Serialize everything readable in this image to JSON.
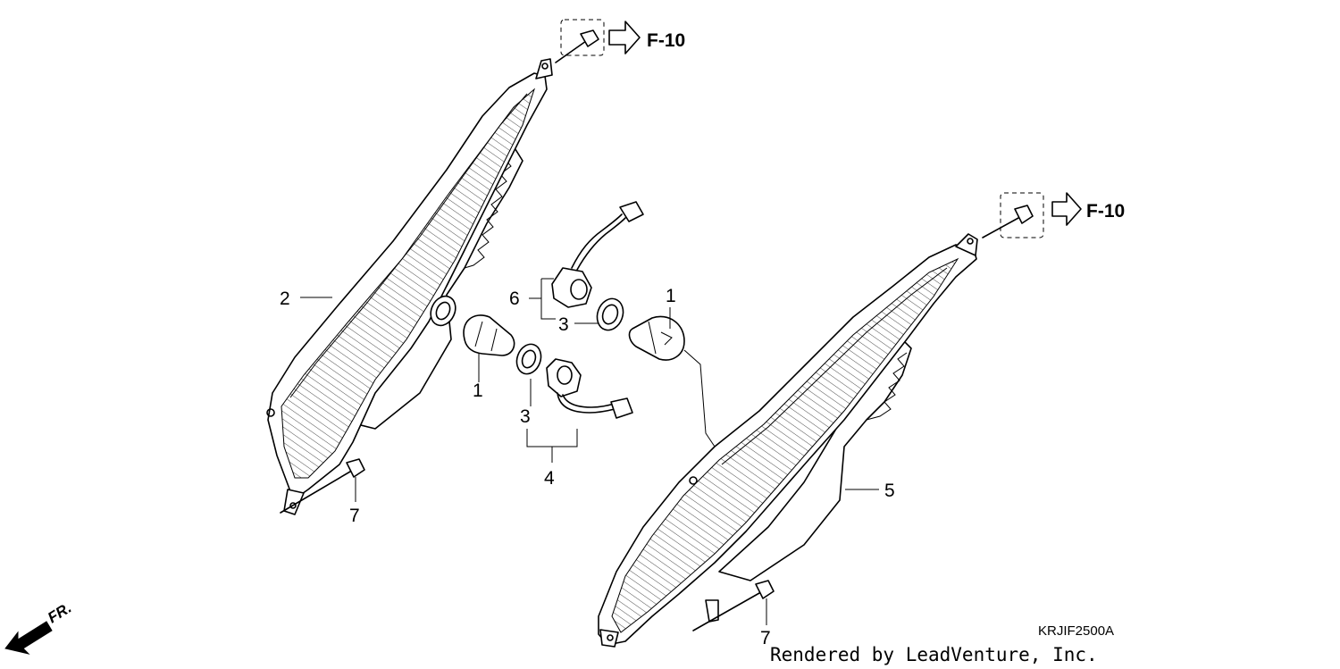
{
  "callouts": {
    "c1_left": "1",
    "c1_right": "1",
    "c2": "2",
    "c3_upper": "3",
    "c3_lower": "3",
    "c4": "4",
    "c5": "5",
    "c6": "6",
    "c7_left": "7",
    "c7_right": "7"
  },
  "refs": {
    "ref_left": "F-10",
    "ref_right": "F-10"
  },
  "direction": {
    "label": "FR."
  },
  "diagram_code": "KRJIF2500A",
  "credit": "Rendered by LeadVenture, Inc.",
  "colors": {
    "line": "#000000",
    "background": "#ffffff"
  }
}
